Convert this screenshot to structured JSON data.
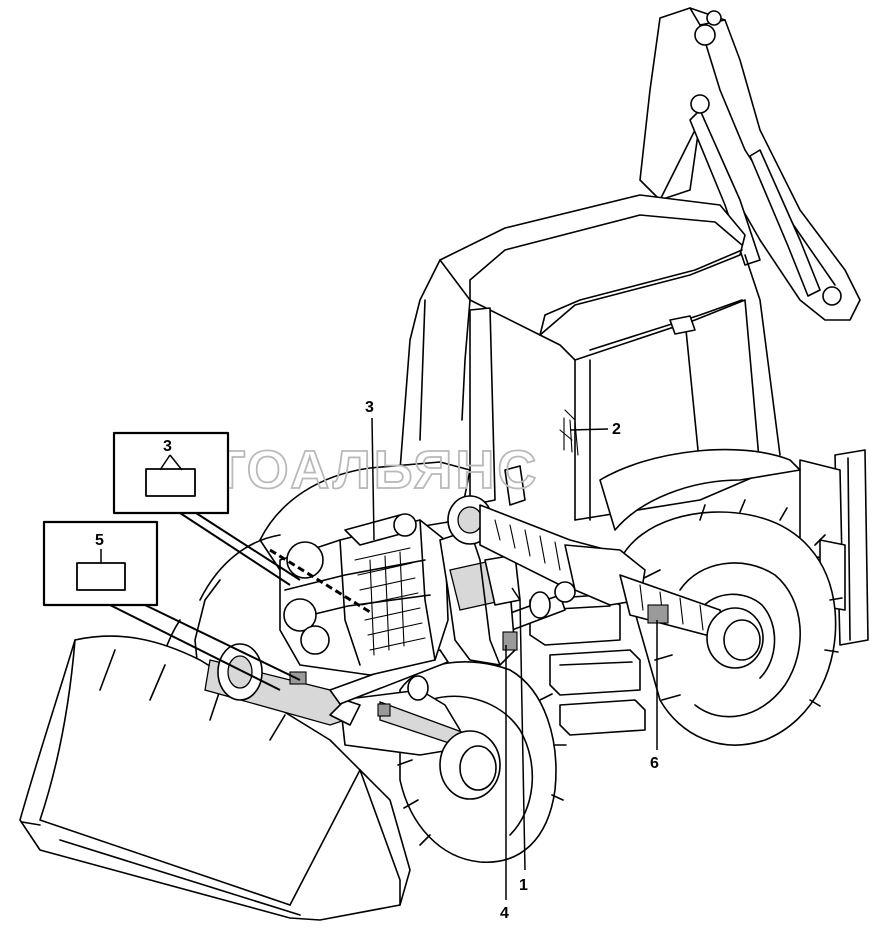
{
  "watermark": "АВТОАЛЬЯНС",
  "callouts": {
    "c1": "1",
    "c2": "2",
    "c3_main": "3",
    "c3_box": "3",
    "c4": "4",
    "c5": "5",
    "c6": "6"
  }
}
